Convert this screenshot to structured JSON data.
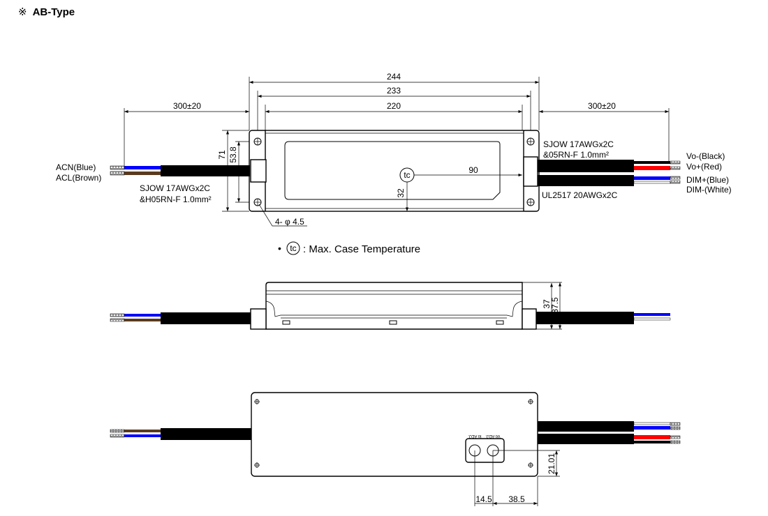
{
  "header": {
    "symbol": "※",
    "title": "AB-Type"
  },
  "top_view": {
    "dim_overall": "244",
    "dim_holes": "233",
    "dim_body": "220",
    "dim_cable_left": "300±20",
    "dim_cable_right": "300±20",
    "dim_height": "71",
    "dim_hole_spacing": "53.8",
    "dim_tc_x": "90",
    "dim_tc_y": "32",
    "holes_label": "4- φ 4.5",
    "tc_symbol": "tc",
    "input_labels": [
      "ACN(Blue)",
      "ACL(Brown)"
    ],
    "input_cable_spec": [
      "SJOW 17AWGx2C",
      "&H05RN-F 1.0mm²"
    ],
    "output_cable_spec": [
      "SJOW 17AWGx2C",
      "&05RN-F 1.0mm²"
    ],
    "dim_cable_spec": "UL2517 20AWGx2C",
    "output_labels": [
      "Vo-(Black)",
      "Vo+(Red)",
      "DIM+(Blue)",
      "DIM-(White)"
    ],
    "legend_bullet": "•",
    "legend_text": ": Max. Case Temperature"
  },
  "side_view": {
    "dim_height_1": "37",
    "dim_height_2": "37.5"
  },
  "bottom_view": {
    "pot_labels": [
      "Io ADJ.",
      "Vo ADJ."
    ],
    "dim_pot_y": "21.01",
    "dim_pot_spacing": "14.5",
    "dim_pot_edge": "38.5"
  },
  "colors": {
    "blue": "#0000ff",
    "brown": "#5a3a1e",
    "red": "#ff0000",
    "black": "#000000",
    "white": "#ffffff"
  }
}
